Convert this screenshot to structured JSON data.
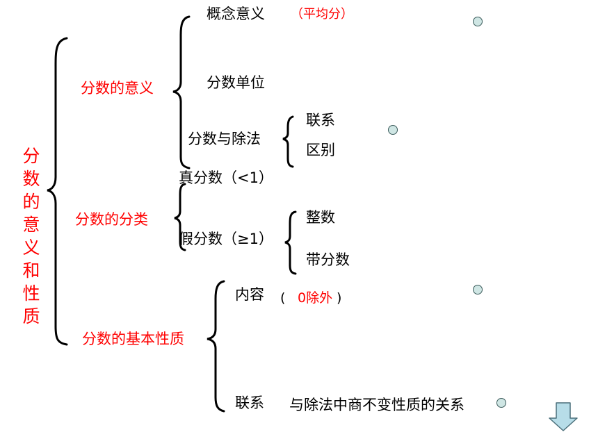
{
  "title": "分数的意义和性质",
  "sections": {
    "meaning": {
      "label": "分数的意义",
      "concept": "概念意义",
      "concept_note": "（平均分）",
      "unit": "分数单位",
      "division": "分数与除法",
      "division_items": [
        "联系",
        "区别"
      ]
    },
    "classification": {
      "label": "分数的分类",
      "proper": "真分数（<1）",
      "improper": "假分数（≥1）",
      "improper_items": [
        "整数",
        "带分数"
      ]
    },
    "property": {
      "label": "分数的基本性质",
      "content": "内容",
      "content_note_open": "(",
      "content_note": "0除外",
      "content_note_close": ")",
      "relation": "联系",
      "relation_text": "与除法中商不变性质的关系"
    }
  },
  "colors": {
    "accent": "#ff0000",
    "text": "#000000",
    "dot_fill": "#cfe6e4",
    "arrow_fill": "#b7dde8"
  },
  "icons": [
    "bullet-dot",
    "down-arrow-icon"
  ]
}
